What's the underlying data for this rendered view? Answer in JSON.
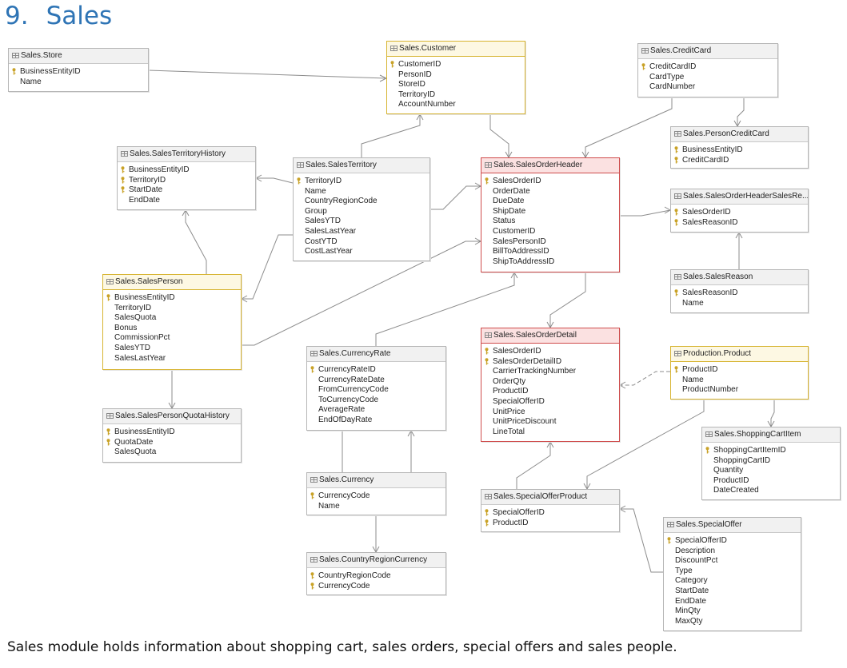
{
  "heading": {
    "number": "9.",
    "title": "Sales"
  },
  "caption": "Sales module holds information about shopping cart, sales orders, special offers and sales people.",
  "colors": {
    "heading": "#2e74b5",
    "red_header": "#fbe1e1",
    "yellow_header": "#fdf8e3",
    "key": "#c9a227"
  },
  "icons": {
    "table": "table-icon",
    "key": "key-icon"
  },
  "tables": [
    {
      "name": "Sales.Store",
      "fields": [
        {
          "name": "BusinessEntityID",
          "pk": true
        },
        {
          "name": "Name",
          "pk": false
        }
      ]
    },
    {
      "name": "Sales.Customer",
      "fields": [
        {
          "name": "CustomerID",
          "pk": true
        },
        {
          "name": "PersonID",
          "pk": false
        },
        {
          "name": "StoreID",
          "pk": false
        },
        {
          "name": "TerritoryID",
          "pk": false
        },
        {
          "name": "AccountNumber",
          "pk": false
        }
      ]
    },
    {
      "name": "Sales.CreditCard",
      "fields": [
        {
          "name": "CreditCardID",
          "pk": true
        },
        {
          "name": "CardType",
          "pk": false
        },
        {
          "name": "CardNumber",
          "pk": false
        }
      ]
    },
    {
      "name": "Sales.PersonCreditCard",
      "fields": [
        {
          "name": "BusinessEntityID",
          "pk": true
        },
        {
          "name": "CreditCardID",
          "pk": true
        }
      ]
    },
    {
      "name": "Sales.SalesTerritoryHistory",
      "fields": [
        {
          "name": "BusinessEntityID",
          "pk": true
        },
        {
          "name": "TerritoryID",
          "pk": true
        },
        {
          "name": "StartDate",
          "pk": true
        },
        {
          "name": "EndDate",
          "pk": false
        }
      ]
    },
    {
      "name": "Sales.SalesTerritory",
      "fields": [
        {
          "name": "TerritoryID",
          "pk": true
        },
        {
          "name": "Name",
          "pk": false
        },
        {
          "name": "CountryRegionCode",
          "pk": false
        },
        {
          "name": "Group",
          "pk": false
        },
        {
          "name": "SalesYTD",
          "pk": false
        },
        {
          "name": "SalesLastYear",
          "pk": false
        },
        {
          "name": "CostYTD",
          "pk": false
        },
        {
          "name": "CostLastYear",
          "pk": false
        }
      ]
    },
    {
      "name": "Sales.SalesOrderHeader",
      "fields": [
        {
          "name": "SalesOrderID",
          "pk": true
        },
        {
          "name": "OrderDate",
          "pk": false
        },
        {
          "name": "DueDate",
          "pk": false
        },
        {
          "name": "ShipDate",
          "pk": false
        },
        {
          "name": "Status",
          "pk": false
        },
        {
          "name": "CustomerID",
          "pk": false
        },
        {
          "name": "SalesPersonID",
          "pk": false
        },
        {
          "name": "BillToAddressID",
          "pk": false
        },
        {
          "name": "ShipToAddressID",
          "pk": false
        }
      ]
    },
    {
      "name": "Sales.SalesOrderHeaderSalesRe...",
      "fields": [
        {
          "name": "SalesOrderID",
          "pk": true
        },
        {
          "name": "SalesReasonID",
          "pk": true
        }
      ]
    },
    {
      "name": "Sales.SalesReason",
      "fields": [
        {
          "name": "SalesReasonID",
          "pk": true
        },
        {
          "name": "Name",
          "pk": false
        }
      ]
    },
    {
      "name": "Sales.SalesPerson",
      "fields": [
        {
          "name": "BusinessEntityID",
          "pk": true
        },
        {
          "name": "TerritoryID",
          "pk": false
        },
        {
          "name": "SalesQuota",
          "pk": false
        },
        {
          "name": "Bonus",
          "pk": false
        },
        {
          "name": "CommissionPct",
          "pk": false
        },
        {
          "name": "SalesYTD",
          "pk": false
        },
        {
          "name": "SalesLastYear",
          "pk": false
        }
      ]
    },
    {
      "name": "Sales.CurrencyRate",
      "fields": [
        {
          "name": "CurrencyRateID",
          "pk": true
        },
        {
          "name": "CurrencyRateDate",
          "pk": false
        },
        {
          "name": "FromCurrencyCode",
          "pk": false
        },
        {
          "name": "ToCurrencyCode",
          "pk": false
        },
        {
          "name": "AverageRate",
          "pk": false
        },
        {
          "name": "EndOfDayRate",
          "pk": false
        }
      ]
    },
    {
      "name": "Sales.SalesOrderDetail",
      "fields": [
        {
          "name": "SalesOrderID",
          "pk": true
        },
        {
          "name": "SalesOrderDetailID",
          "pk": true
        },
        {
          "name": "CarrierTrackingNumber",
          "pk": false
        },
        {
          "name": "OrderQty",
          "pk": false
        },
        {
          "name": "ProductID",
          "pk": false
        },
        {
          "name": "SpecialOfferID",
          "pk": false
        },
        {
          "name": "UnitPrice",
          "pk": false
        },
        {
          "name": "UnitPriceDiscount",
          "pk": false
        },
        {
          "name": "LineTotal",
          "pk": false
        }
      ]
    },
    {
      "name": "Production.Product",
      "fields": [
        {
          "name": "ProductID",
          "pk": true
        },
        {
          "name": "Name",
          "pk": false
        },
        {
          "name": "ProductNumber",
          "pk": false
        }
      ]
    },
    {
      "name": "Sales.SalesPersonQuotaHistory",
      "fields": [
        {
          "name": "BusinessEntityID",
          "pk": true
        },
        {
          "name": "QuotaDate",
          "pk": true
        },
        {
          "name": "SalesQuota",
          "pk": false
        }
      ]
    },
    {
      "name": "Sales.ShoppingCartItem",
      "fields": [
        {
          "name": "ShoppingCartItemID",
          "pk": true
        },
        {
          "name": "ShoppingCartID",
          "pk": false
        },
        {
          "name": "Quantity",
          "pk": false
        },
        {
          "name": "ProductID",
          "pk": false
        },
        {
          "name": "DateCreated",
          "pk": false
        }
      ]
    },
    {
      "name": "Sales.Currency",
      "fields": [
        {
          "name": "CurrencyCode",
          "pk": true
        },
        {
          "name": "Name",
          "pk": false
        }
      ]
    },
    {
      "name": "Sales.SpecialOfferProduct",
      "fields": [
        {
          "name": "SpecialOfferID",
          "pk": true
        },
        {
          "name": "ProductID",
          "pk": true
        }
      ]
    },
    {
      "name": "Sales.SpecialOffer",
      "fields": [
        {
          "name": "SpecialOfferID",
          "pk": true
        },
        {
          "name": "Description",
          "pk": false
        },
        {
          "name": "DiscountPct",
          "pk": false
        },
        {
          "name": "Type",
          "pk": false
        },
        {
          "name": "Category",
          "pk": false
        },
        {
          "name": "StartDate",
          "pk": false
        },
        {
          "name": "EndDate",
          "pk": false
        },
        {
          "name": "MinQty",
          "pk": false
        },
        {
          "name": "MaxQty",
          "pk": false
        }
      ]
    },
    {
      "name": "Sales.CountryRegionCurrency",
      "fields": [
        {
          "name": "CountryRegionCode",
          "pk": true
        },
        {
          "name": "CurrencyCode",
          "pk": true
        }
      ]
    }
  ]
}
